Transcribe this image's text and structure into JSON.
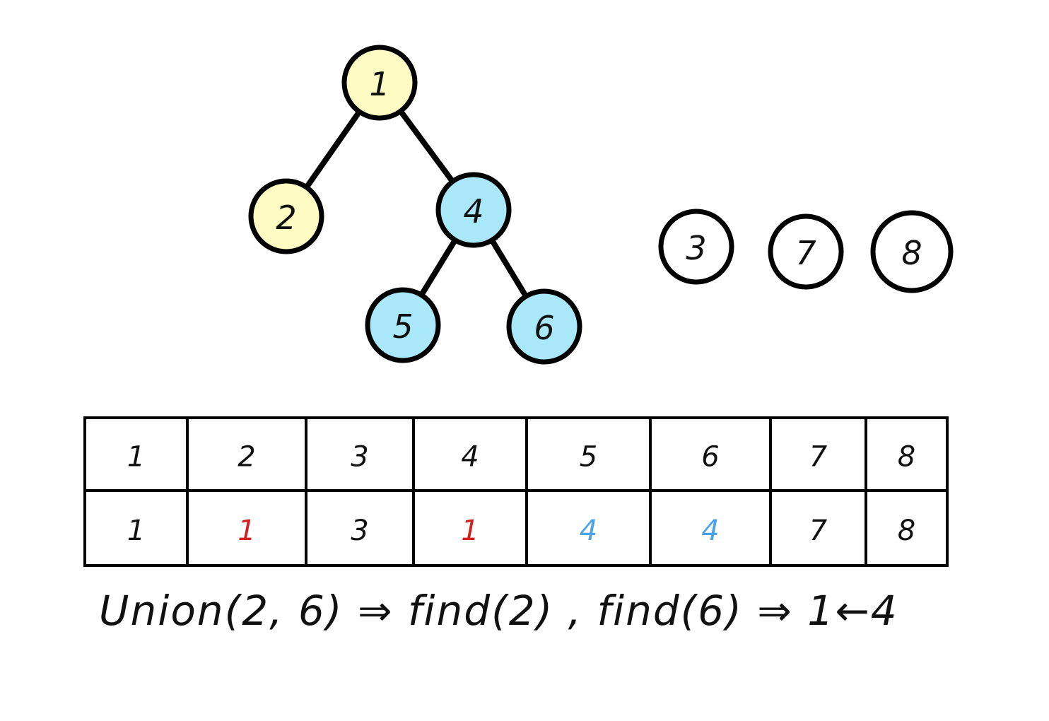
{
  "tree": {
    "nodes": [
      {
        "id": "1",
        "label": "1",
        "fill": "#FEFCC3"
      },
      {
        "id": "2",
        "label": "2",
        "fill": "#FEFCC3"
      },
      {
        "id": "4",
        "label": "4",
        "fill": "#A8E8F8"
      },
      {
        "id": "5",
        "label": "5",
        "fill": "#A8E8F8"
      },
      {
        "id": "6",
        "label": "6",
        "fill": "#A8E8F8"
      },
      {
        "id": "3",
        "label": "3",
        "fill": "#FFFFFF"
      },
      {
        "id": "7",
        "label": "7",
        "fill": "#FFFFFF"
      },
      {
        "id": "8",
        "label": "8",
        "fill": "#FFFFFF"
      }
    ],
    "edges": [
      {
        "from": "1",
        "to": "2"
      },
      {
        "from": "1",
        "to": "4"
      },
      {
        "from": "4",
        "to": "5"
      },
      {
        "from": "4",
        "to": "6"
      }
    ]
  },
  "table": {
    "header": [
      "1",
      "2",
      "3",
      "4",
      "5",
      "6",
      "7",
      "8"
    ],
    "values": [
      "1",
      "1",
      "3",
      "1",
      "4",
      "4",
      "7",
      "8"
    ],
    "value_colors": [
      "#111111",
      "#D42020",
      "#111111",
      "#D42020",
      "#4AA3E8",
      "#4AA3E8",
      "#111111",
      "#111111"
    ]
  },
  "formula": "Union(2, 6) ⇒ find(2) , find(6) ⇒ 1←4"
}
